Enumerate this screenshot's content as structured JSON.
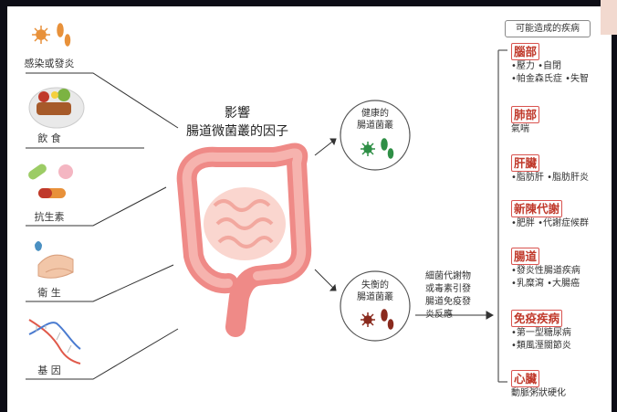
{
  "factors": [
    {
      "label": "感染或發炎",
      "icon": "microbe-icon"
    },
    {
      "label": "飲 食",
      "icon": "food-plate-icon"
    },
    {
      "label": "抗生素",
      "icon": "pill-icon"
    },
    {
      "label": "衛 生",
      "icon": "handwash-icon"
    },
    {
      "label": "基 因",
      "icon": "dna-icon"
    }
  ],
  "title_line1": "影響",
  "title_line2": "腸道微菌叢的因子",
  "healthy": {
    "line1": "健康的",
    "line2": "腸道菌叢"
  },
  "unhealthy": {
    "line1": "失衡的",
    "line2": "腸道菌叢"
  },
  "mechanism": [
    "細菌代謝物",
    "或毒素引發",
    "腸道免疫發",
    "炎反應"
  ],
  "diseases_header": "可能造成的疾病",
  "diseases": [
    {
      "name": "腦部",
      "items": [
        "•壓力 •自閉",
        "•帕金森氏症 •失智"
      ]
    },
    {
      "name": "肺部",
      "items": [
        "氣喘"
      ]
    },
    {
      "name": "肝臟",
      "items": [
        "•脂肪肝 •脂肪肝炎"
      ]
    },
    {
      "name": "新陳代謝",
      "items": [
        "•肥胖 •代謝症候群"
      ]
    },
    {
      "name": "腸道",
      "items": [
        "•發炎性腸道疾病",
        "•乳糜瀉 •大腸癌"
      ]
    },
    {
      "name": "免疫疾病",
      "items": [
        "•第一型糖尿病",
        "•類風溼關節炎"
      ]
    },
    {
      "name": "心臟",
      "items": [
        "動脈粥狀硬化"
      ]
    }
  ],
  "colors": {
    "accent": "#d9534f",
    "intestine": "#ef8a87",
    "healthy_microbe": "#2f8f46",
    "bad_microbe": "#8a2a1e"
  }
}
